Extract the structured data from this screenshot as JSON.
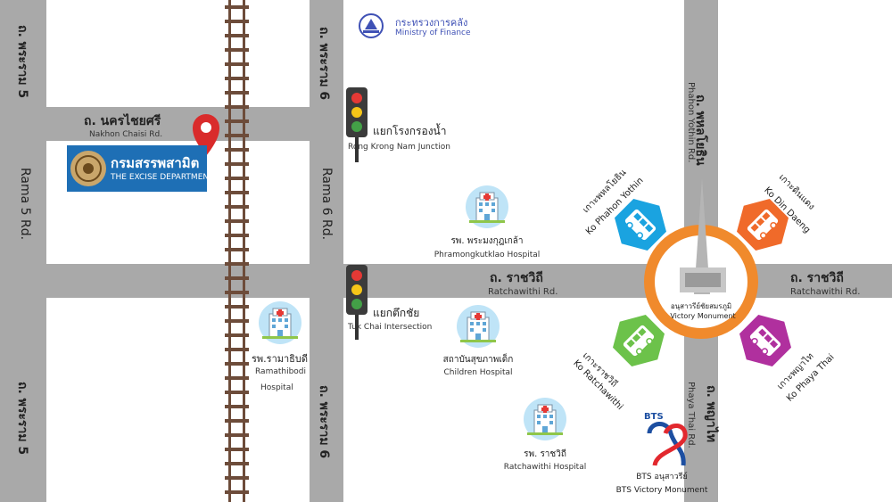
{
  "roads": {
    "nakhon_chaisi_th": "ถ. นครไชยศรี",
    "nakhon_chaisi_en": "Nakhon Chaisi Rd.",
    "rama5_th": "ถ. พระราม 5",
    "rama5_en": "Rama 5 Rd.",
    "rama6_th": "ถ. พระราม 6",
    "rama6_en": "Rama 6 Rd.",
    "ratchawithi_th": "ถ. ราชวิถี",
    "ratchawithi_en": "Ratchawithi Rd.",
    "phahon_yothin_th": "ถ. พหลโยธิน",
    "phahon_yothin_en": "Phahon Yothin Rd.",
    "phaya_thai_th": "ถ. พญาไท",
    "phaya_thai_en": "Phaya Thai Rd."
  },
  "ministry": {
    "th": "กระทรวงการคลัง",
    "en": "Ministry of Finance"
  },
  "excise": {
    "th": "กรมสรรพสามิต",
    "en": "THE EXCISE DEPARTMENT"
  },
  "junctions": {
    "rong_krong_th": "แยกโรงกรองน้ำ",
    "rong_krong_en": "Rong Krong Nam Junction",
    "tuk_chai_th": "แยกตึกชัย",
    "tuk_chai_en": "Tuk Chai Intersection"
  },
  "hospitals": {
    "phramongkut_th": "รพ. พระมงกุฎเกล้า",
    "phramongkut_en": "Phramongkutklao Hospital",
    "children_th": "สถาบันสุขภาพเด็ก",
    "children_en": "Children Hospital",
    "ramathibodi_th": "รพ.รามาธิบดี",
    "ramathibodi_en1": "Ramathibodi",
    "ramathibodi_en2": "Hospital",
    "ratchawithi_th": "รพ. ราชวิถี",
    "ratchawithi_en": "Ratchawithi Hospital"
  },
  "monument": {
    "th": "อนุสาวรีย์ชัยสมรภูมิ",
    "en": "Victory Monument"
  },
  "bus_stops": {
    "phahon_th": "เกาะพหลโยธิน",
    "phahon_en": "Ko Phahon Yothin",
    "din_daeng_th": "เกาะดินแดง",
    "din_daeng_en": "Ko Din Daeng",
    "ratchawithi_th": "เกาะราชวิถี",
    "ratchawithi_en": "Ko Ratchawithi",
    "phaya_thai_th": "เกาะพญาไท",
    "phaya_thai_en": "Ko Phaya Thai"
  },
  "bts": {
    "logo": "BTS",
    "th": "BTS อนุสาวรีย์",
    "en": "BTS Victory Monument"
  },
  "colors": {
    "road": "#a9a9a9",
    "pin": "#d92b2b",
    "ring": "#f08a2c",
    "stop_blue": "#1aa3e0",
    "stop_orange": "#f06a2a",
    "stop_green": "#6cc24a",
    "stop_purple": "#b0309e",
    "bts_blue": "#1d4fa1",
    "bts_red": "#e2282e"
  }
}
